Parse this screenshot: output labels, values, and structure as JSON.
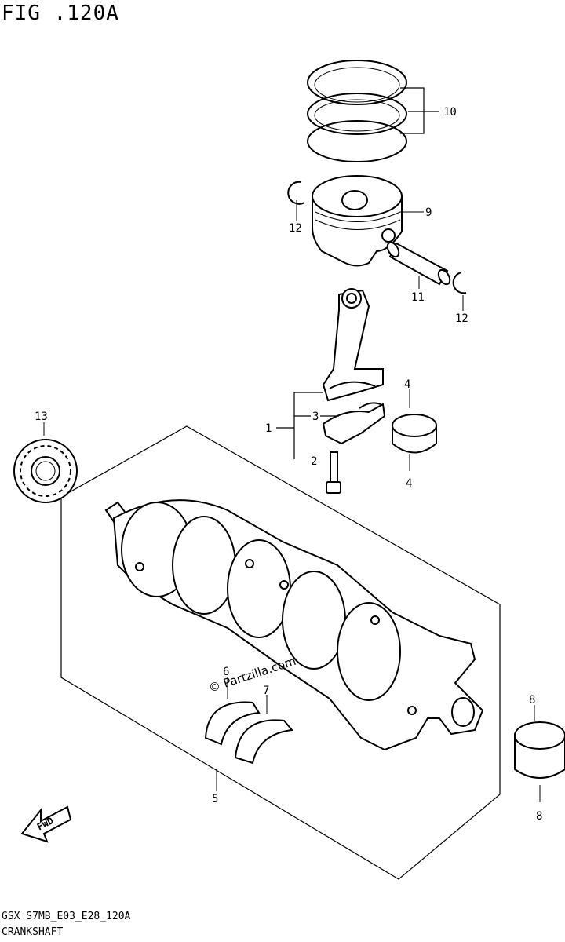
{
  "title": "FIG .120A",
  "footer": {
    "code": "GSX S7MB_E03_E28_120A",
    "name": "CRANKSHAFT"
  },
  "watermark": "© Partzilla.com",
  "fwd_label": "FWD",
  "callouts": {
    "c1": "1",
    "c2": "2",
    "c3": "3",
    "c4a": "4",
    "c4b": "4",
    "c5": "5",
    "c6": "6",
    "c7": "7",
    "c8a": "8",
    "c8b": "8",
    "c9": "9",
    "c10": "10",
    "c11": "11",
    "c12a": "12",
    "c12b": "12",
    "c13": "13"
  }
}
